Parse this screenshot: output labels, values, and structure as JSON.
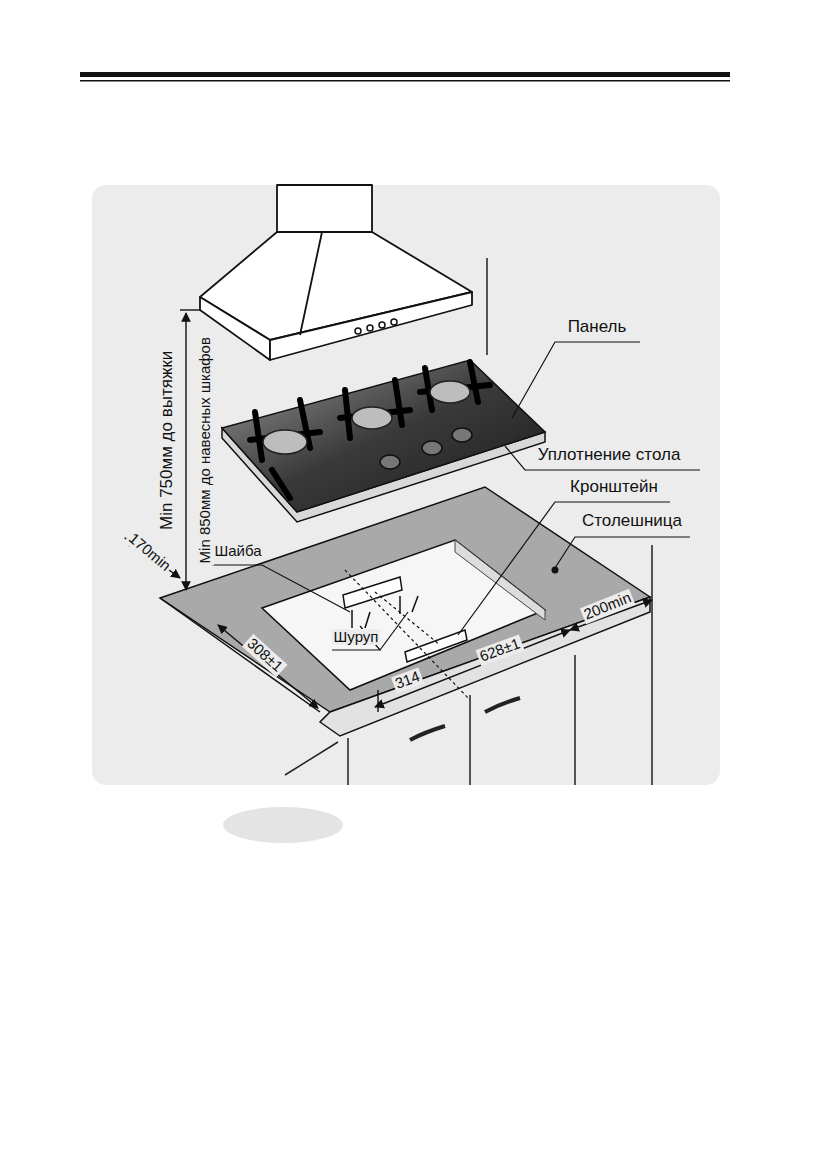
{
  "diagram": {
    "labels": [
      "Панель",
      "Уплотнение стола",
      "Кронштейн",
      "Столешница",
      "Min 750мм до вытяжки",
      "Min 850мм до навесных шкафов",
      "Шайба",
      "170min",
      "Шуруп",
      "308±1",
      "314",
      "628±1",
      "200min"
    ]
  }
}
